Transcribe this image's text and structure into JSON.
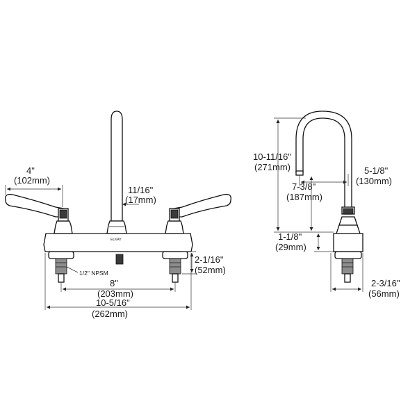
{
  "front_view": {
    "handle_reach": {
      "imperial": "4\"",
      "metric": "(102mm)"
    },
    "spout_diameter": {
      "imperial": "11/16\"",
      "metric": "(17mm)"
    },
    "shank_length": {
      "imperial": "2-1/16\"",
      "metric": "(52mm)"
    },
    "center_spacing": {
      "imperial": "8\"",
      "metric": "(203mm)"
    },
    "overall_width": {
      "imperial": "10-5/16\"",
      "metric": "(262mm)"
    },
    "supply_label": "1/2\" NPSM",
    "logo_text": "ELKAY"
  },
  "side_view": {
    "overall_height": {
      "imperial": "10-11/16\"",
      "metric": "(271mm)"
    },
    "spout_reach": {
      "imperial": "5-1/8\"",
      "metric": "(130mm)"
    },
    "spout_height": {
      "imperial": "7-3/8\"",
      "metric": "(187mm)"
    },
    "body_height": {
      "imperial": "1-1/8\"",
      "metric": "(29mm)"
    },
    "shank_depth": {
      "imperial": "2-3/16\"",
      "metric": "(56mm)"
    }
  }
}
